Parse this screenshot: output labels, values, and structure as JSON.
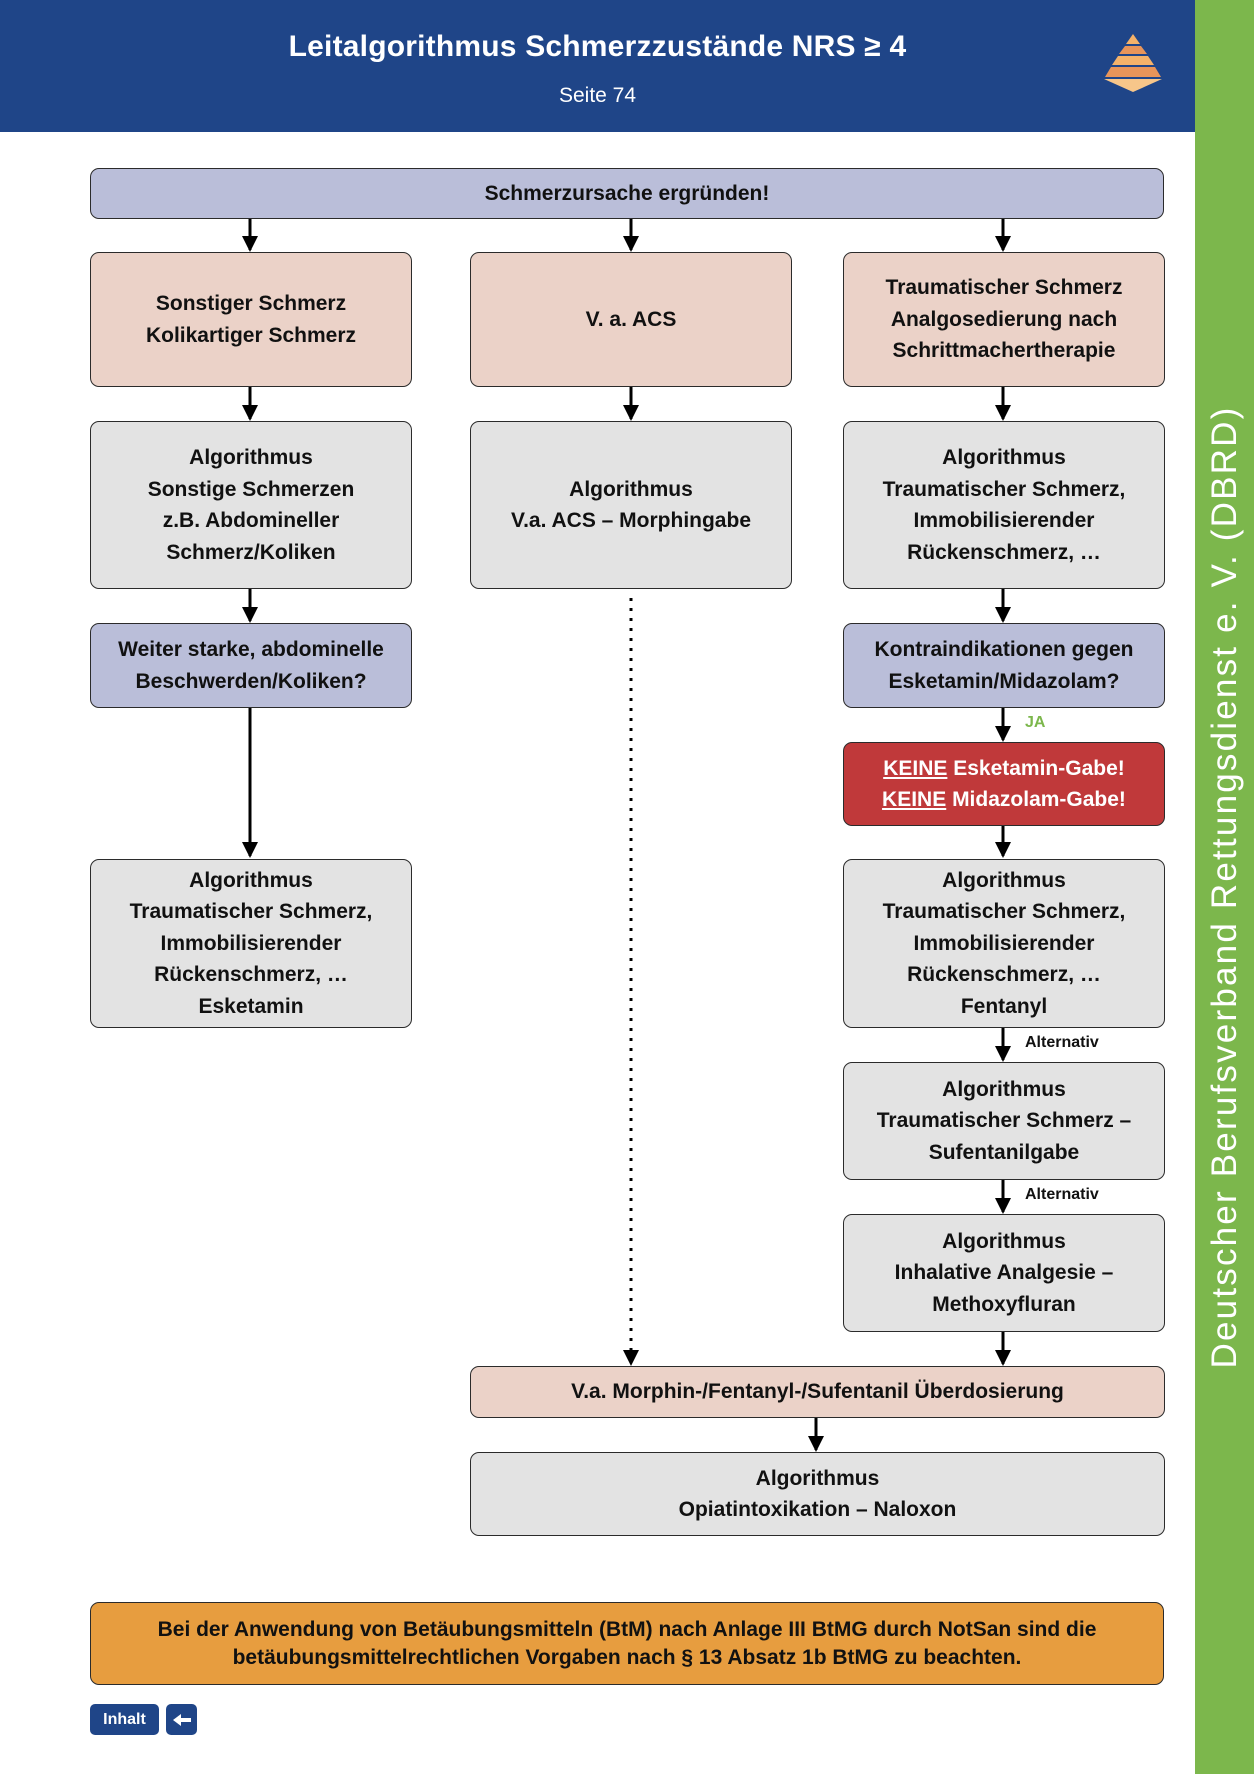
{
  "header": {
    "title": "Leitalgorithmus Schmerzzustände NRS ≥ 4",
    "subtitle": "Seite 74",
    "logo_icon": "pyramid-logo-icon"
  },
  "sidebar": {
    "text": "Deutscher Berufsverband Rettungsdienst e. V. (DBRD)"
  },
  "flow": {
    "start": "Schmerzursache ergründen!",
    "left": {
      "cause": [
        "Sonstiger Schmerz",
        "Kolikartiger Schmerz"
      ],
      "algo": [
        "Algorithmus",
        "Sonstige Schmerzen",
        "z.B. Abdomineller",
        "Schmerz/Koliken"
      ],
      "question": [
        "Weiter starke, abdominelle",
        "Beschwerden/Koliken?"
      ],
      "algo2": [
        "Algorithmus",
        "Traumatischer Schmerz,",
        "Immobilisierender",
        "Rückenschmerz, …",
        "Esketamin"
      ]
    },
    "middle": {
      "cause": "V. a. ACS",
      "algo": [
        "Algorithmus",
        "V.a. ACS – Morphingabe"
      ]
    },
    "right": {
      "cause": [
        "Traumatischer Schmerz",
        "Analgosedierung nach",
        "Schrittmachertherapie"
      ],
      "algo": [
        "Algorithmus",
        "Traumatischer Schmerz,",
        "Immobilisierender",
        "Rückenschmerz, …"
      ],
      "question": [
        "Kontraindikationen gegen",
        "Esketamin/Midazolam?"
      ],
      "yes_label": "JA",
      "warning": {
        "keyword": "KEINE",
        "line1_rest": " Esketamin-Gabe!",
        "line2_rest": " Midazolam-Gabe!"
      },
      "algo_fentanyl": [
        "Algorithmus",
        "Traumatischer Schmerz,",
        "Immobilisierender",
        "Rückenschmerz, …",
        "Fentanyl"
      ],
      "alt_label_1": "Alternativ",
      "algo_sufentanil": [
        "Algorithmus",
        "Traumatischer Schmerz –",
        "Sufentanilgabe"
      ],
      "alt_label_2": "Alternativ",
      "algo_methoxy": [
        "Algorithmus",
        "Inhalative Analgesie –",
        "Methoxyfluran"
      ]
    },
    "overdose": "V.a. Morphin-/Fentanyl-/Sufentanil Überdosierung",
    "naloxon": [
      "Algorithmus",
      "Opiatintoxikation – Naloxon"
    ]
  },
  "notice": [
    "Bei der Anwendung von Betäubungsmitteln (BtM) nach Anlage III BtMG durch NotSan sind die",
    "betäubungsmittelrechtlichen Vorgaben nach § 13 Absatz 1b BtMG zu beachten."
  ],
  "nav": {
    "inhalt_label": "Inhalt",
    "back_icon": "back-arrow-icon"
  },
  "colors": {
    "header_blue": "#1f4588",
    "sidebar_green": "#7cb74c",
    "question_purple": "#babed9",
    "cause_pink": "#ebd2c8",
    "algorithm_grey": "#e3e3e3",
    "warning_red": "#c0393a",
    "notice_orange": "#e79d3f"
  }
}
